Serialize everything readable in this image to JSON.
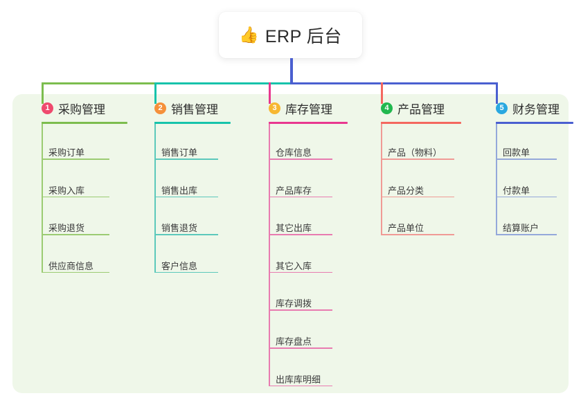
{
  "root": {
    "icon": "thumbs-up-icon",
    "icon_glyph": "👍",
    "title": "ERP 后台"
  },
  "panel": {
    "background": "#eff7e9"
  },
  "columns": [
    {
      "index": "1",
      "title": "采购管理",
      "badge_color": "#ef4a6e",
      "rule_color": "#7cbd4e",
      "branch_color": "#7cbd4e",
      "leaf_color": "#9bcb72",
      "items": [
        "采购订单",
        "采购入库",
        "采购退货",
        "供应商信息"
      ]
    },
    {
      "index": "2",
      "title": "销售管理",
      "badge_color": "#f5903a",
      "rule_color": "#17c3ab",
      "branch_color": "#17c3ab",
      "leaf_color": "#5bc8bb",
      "items": [
        "销售订单",
        "销售出库",
        "销售退货",
        "客户信息"
      ]
    },
    {
      "index": "3",
      "title": "库存管理",
      "badge_color": "#f7b731",
      "rule_color": "#e8388f",
      "branch_color": "#e8388f",
      "leaf_color": "#e87bb0",
      "items": [
        "仓库信息",
        "产品库存",
        "其它出库",
        "其它入库",
        "库存调拨",
        "库存盘点",
        "出库库明细"
      ]
    },
    {
      "index": "4",
      "title": "产品管理",
      "badge_color": "#21b84f",
      "rule_color": "#f4675f",
      "branch_color": "#f4675f",
      "leaf_color": "#f09a95",
      "items": [
        "产品（物料）",
        "产品分类",
        "产品单位"
      ]
    },
    {
      "index": "5",
      "title": "财务管理",
      "badge_color": "#29a8e0",
      "rule_color": "#4a5fd0",
      "branch_color": "#4a5fd0",
      "leaf_color": "#94a8da",
      "items": [
        "回款单",
        "付款单",
        "结算账户"
      ]
    }
  ],
  "connectors": {
    "root_stem_color": "#4a5fd0",
    "bar_segments": [
      {
        "color": "#7cbd4e"
      },
      {
        "color": "#17c3ab"
      },
      {
        "color": "#4a5fd0"
      }
    ]
  }
}
